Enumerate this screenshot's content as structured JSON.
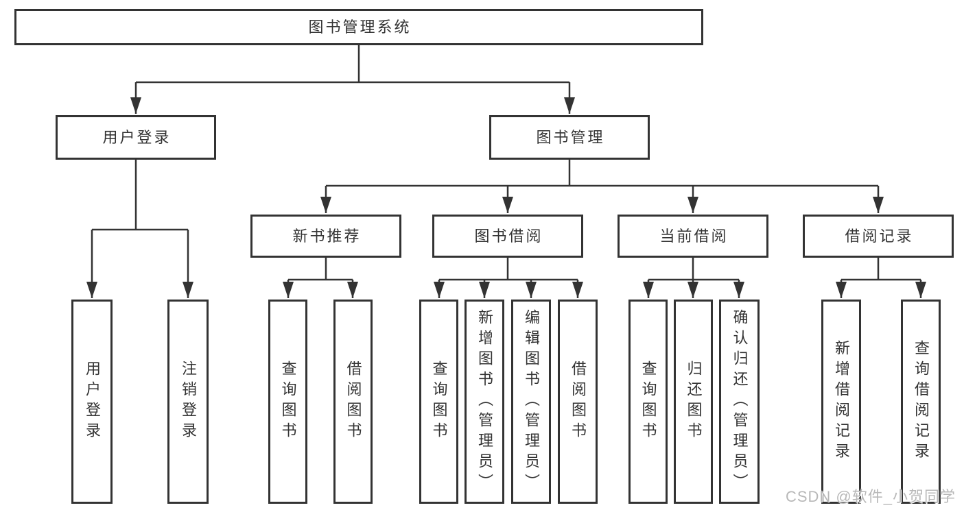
{
  "tree": {
    "label": "图书管理系统",
    "children": [
      {
        "label": "用户登录",
        "children": [
          {
            "label": "用户登录"
          },
          {
            "label": "注销登录"
          }
        ]
      },
      {
        "label": "图书管理",
        "children": [
          {
            "label": "新书推荐",
            "children": [
              {
                "label": "查询图书"
              },
              {
                "label": "借阅图书"
              }
            ]
          },
          {
            "label": "图书借阅",
            "children": [
              {
                "label": "查询图书"
              },
              {
                "label": "新增图书（管理员）"
              },
              {
                "label": "编辑图书（管理员）"
              },
              {
                "label": "借阅图书"
              }
            ]
          },
          {
            "label": "当前借阅",
            "children": [
              {
                "label": "查询图书"
              },
              {
                "label": "归还图书"
              },
              {
                "label": "确认归还（管理员）"
              }
            ]
          },
          {
            "label": "借阅记录",
            "children": [
              {
                "label": "新增借阅记录"
              },
              {
                "label": "查询借阅记录"
              }
            ]
          }
        ]
      }
    ]
  },
  "watermark": {
    "text": "CSDN @软件_小贺同学"
  },
  "colors": {
    "line": "#333333",
    "box_border": "#333333",
    "text": "#333333",
    "watermark": "#b8b8b8",
    "background": "#ffffff"
  }
}
